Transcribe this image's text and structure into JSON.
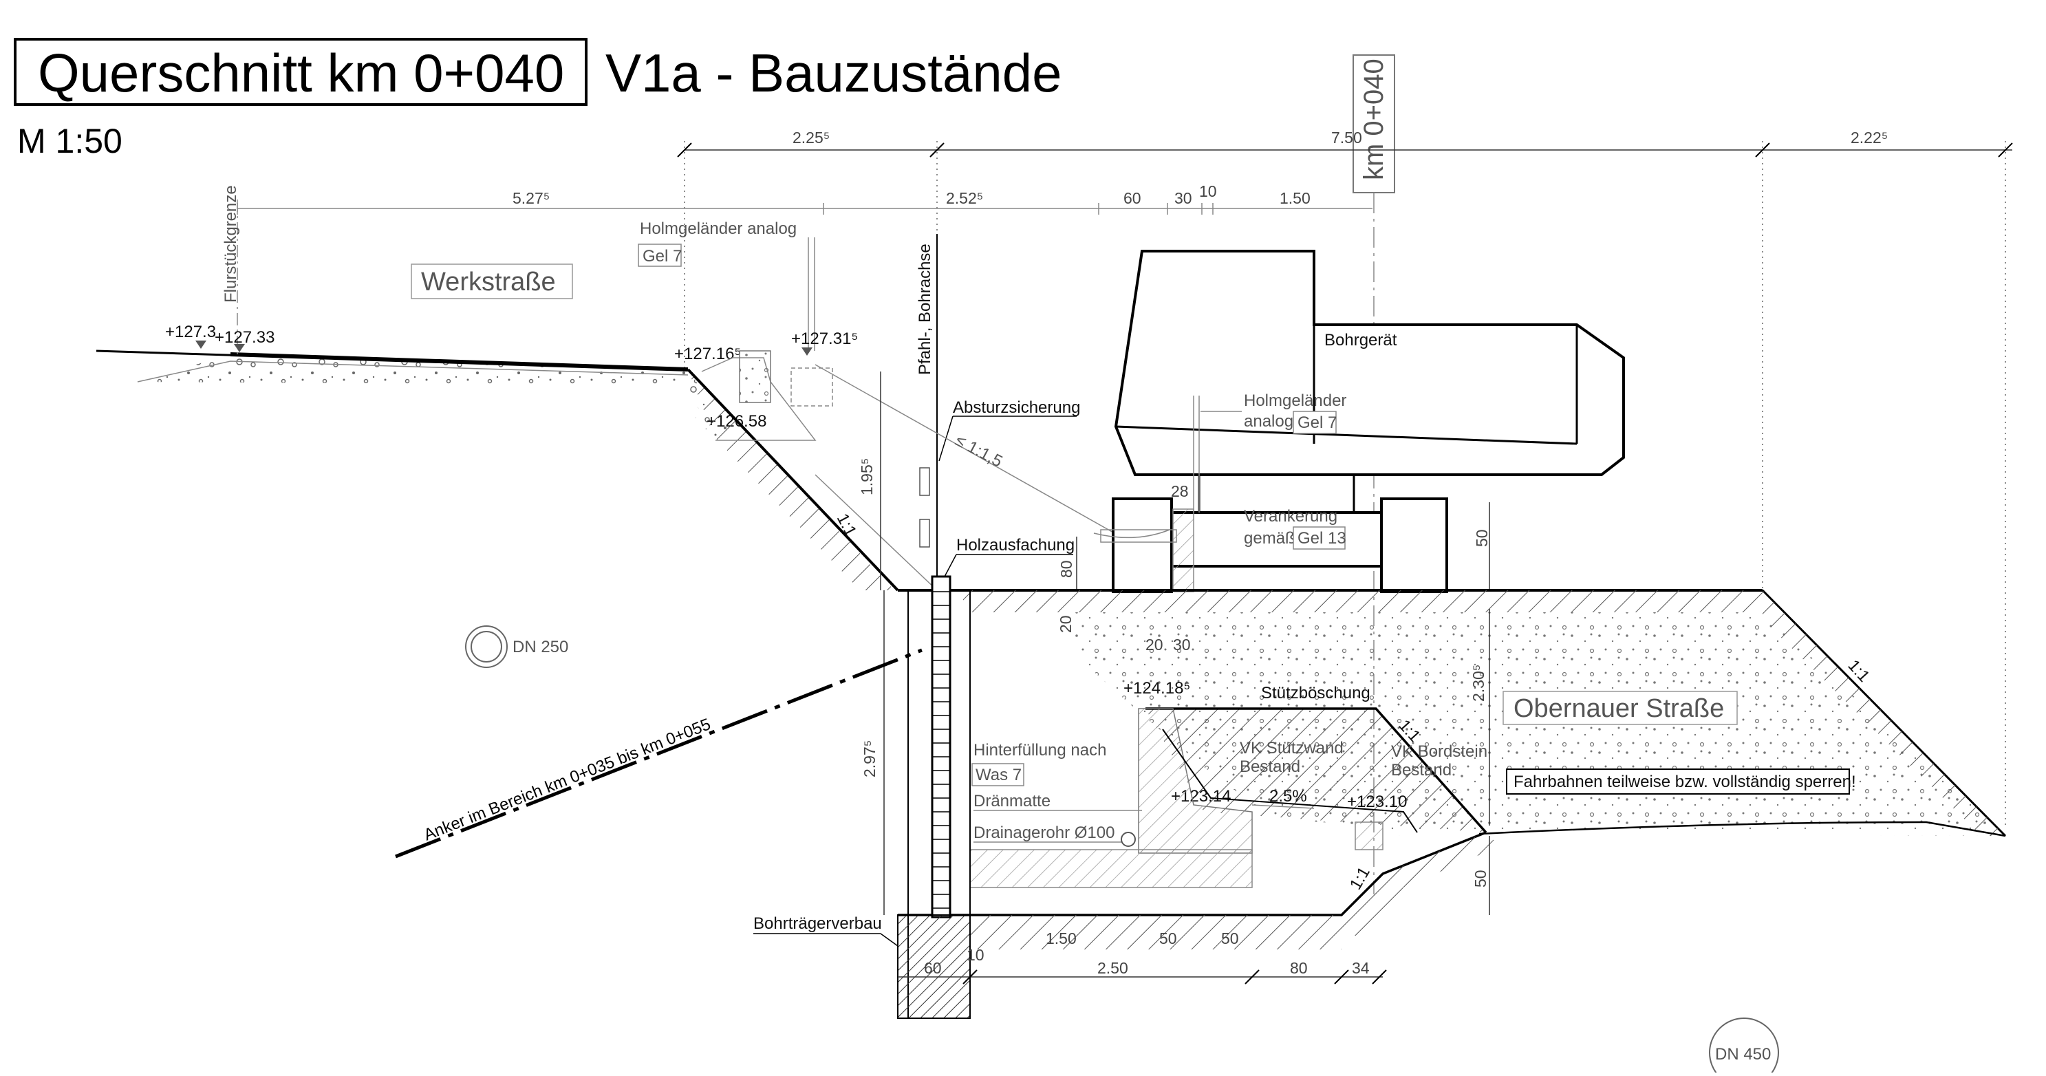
{
  "title": {
    "section": "Querschnitt km 0+040",
    "subtitle": "V1a - Bauzustände",
    "scale": "M 1:50",
    "km_marker": "km 0+040"
  },
  "dimensions": {
    "top_left": "2.25⁵",
    "top_mid": "7.50",
    "top_right": "2.22⁵",
    "second_left": "5.27⁵",
    "second_mid": "2.52⁵",
    "d60": "60",
    "d30": "30",
    "d10": "10",
    "d150": "1.50",
    "height_195": "1.95⁵",
    "height_297": "2.97⁵",
    "height_230": "2.30⁵",
    "v80": "80",
    "v50a": "50",
    "v50b": "50",
    "v20": "20",
    "d20": "20",
    "d30b": "30",
    "bottom_60": "60",
    "bottom_10": "10",
    "bottom_250": "2.50",
    "bottom_80": "80",
    "bottom_34": "34",
    "found_150": "1.50",
    "found_50a": "50",
    "found_50b": "50",
    "small_28": "28",
    "slope_255": "2.5%"
  },
  "elevations": {
    "e1": "+127.3",
    "e2": "+127.33",
    "e3": "+127.16⁵",
    "e4": "+127.31⁵",
    "e5": "+126.58",
    "e6": "+124.18⁵",
    "e7": "+123.14",
    "e8": "+123.10"
  },
  "labels": {
    "flurstueck": "Flurstückgrenze",
    "werkstrasse": "Werkstraße",
    "holm1": "Holmgeländer analog",
    "gel7a": "Gel 7",
    "pfahl": "Pfahl-, Bohrachse",
    "absturz": "Absturzsicherung",
    "slope15": "≤ 1:1,5",
    "slope11a": "1:1",
    "holzaus": "Holzausfachung",
    "bohrgeraet": "Bohrgerät",
    "holm2a": "Holmgeländer",
    "holm2b": "analog",
    "gel7b": "Gel 7",
    "veranker": "Verankerung",
    "gemaess": "gemäß",
    "gel13": "Gel 13",
    "dn250": "DN 250",
    "dn450": "DN 450",
    "anker": "Anker im Bereich km 0+035 bis km 0+055",
    "stuetz": "Stützböschung",
    "obernauer": "Obernauer Straße",
    "hinter": "Hinterfüllung nach",
    "was7": "Was 7",
    "draenmatte": "Dränmatte",
    "drainrohr": "Drainagerohr Ø100",
    "vk_stuetz1": "VK Stützwand",
    "vk_stuetz2": "Bestand",
    "vk_bord1": "VK Bordstein",
    "vk_bord2": "Bestand",
    "fahrbahn": "Fahrbahnen teilweise bzw. vollständig sperren!",
    "slope11b": "1:1",
    "slope11c": "1:1",
    "slope11d": "1:1",
    "bohrtraeger": "Bohrträgerverbau"
  }
}
